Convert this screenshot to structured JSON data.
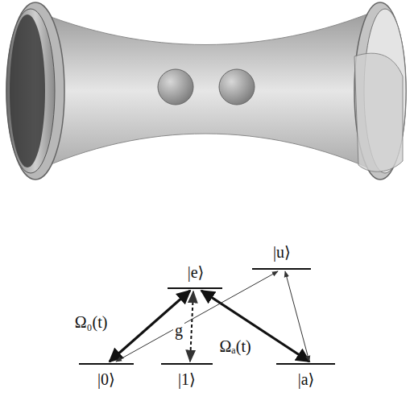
{
  "diagram": {
    "labels": [
      "|e⟩",
      "|u⟩",
      "Ω₀(t)",
      "g",
      "Ωₐ(t)",
      "|0⟩",
      "|1⟩",
      "|a⟩"
    ]
  }
}
